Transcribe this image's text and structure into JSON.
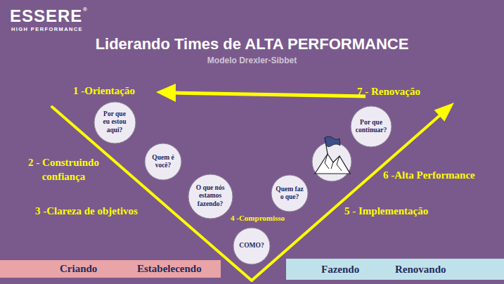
{
  "diagram": {
    "title": "Liderando Times de ALTA PERFORMANCE",
    "nodes": [
      {
        "text": [
          "Por que eu estou aqui?"
        ]
      },
      {
        "text": [
          "Quem é você?"
        ]
      },
      {
        "text": [
          "O que nós estamos fazendo?"
        ]
      },
      {
        "text": [
          "COMO?"
        ]
      },
      {
        "text": [
          "Quem faz o que?"
        ]
      },
      {
        "text": [
          "Por que continuar?"
        ]
      },
      {
        "text": [
          "Criando",
          "Estabelecendo"
        ]
      },
      {
        "text": [
          "Fazendo",
          "Renovando"
        ]
      }
    ],
    "labels": [
      "ESSERE",
      "®",
      "HIGH PERFORMANCE",
      "Modelo Drexler-Sibbet",
      "1 -Orientação",
      "2 - Construindo confiança",
      "3 -Clareza de objetivos",
      "4 -Compromisso",
      "5 - Implementação",
      "6 -Alta Performance",
      "7 - Renovação"
    ]
  }
}
